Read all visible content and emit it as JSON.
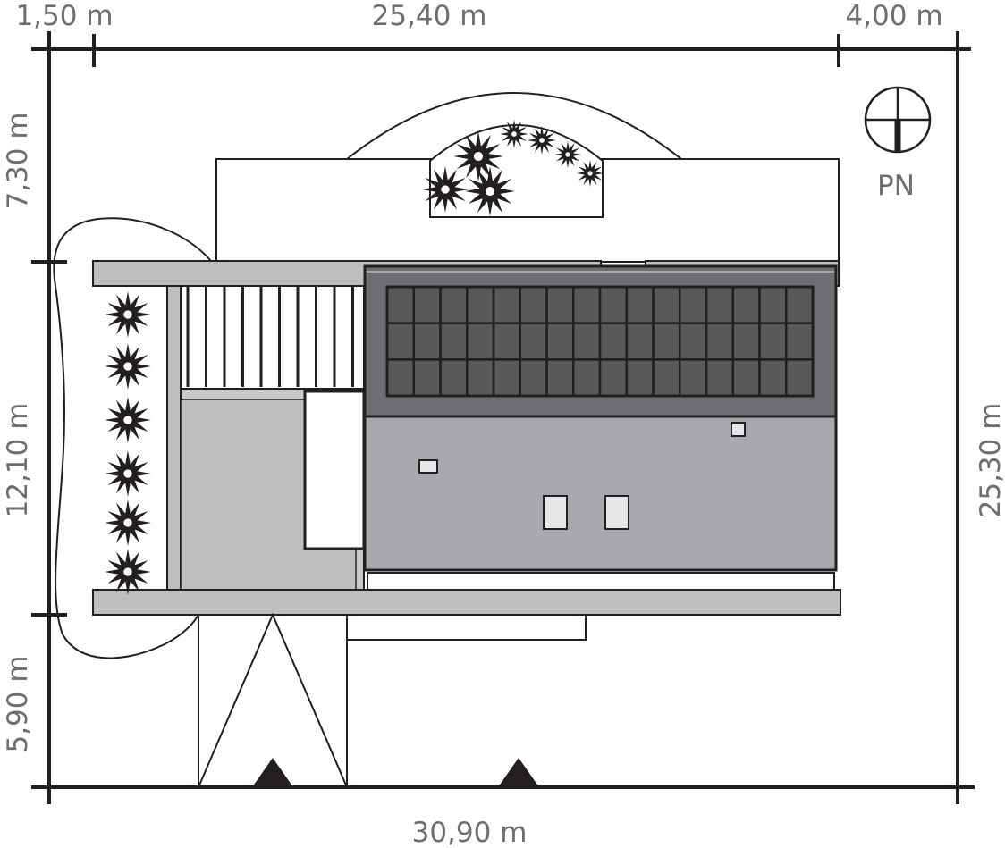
{
  "dimensions": {
    "top_left": "1,50 m",
    "top_middle": "25,40 m",
    "top_right": "4,00 m",
    "bottom": "30,90 m",
    "left_top": "7,30 m",
    "left_middle": "12,10 m",
    "left_bottom": "5,90 m",
    "right": "25,30 m"
  },
  "compass": {
    "label": "PN"
  },
  "roof_panels": {
    "columns": 16,
    "rows": 3
  },
  "colors": {
    "roof_dark": "#6d6e71",
    "roof_light": "#a7a9ac",
    "panel": "#58595b",
    "slab": "#bcbec0",
    "text": "#6d6e71"
  }
}
